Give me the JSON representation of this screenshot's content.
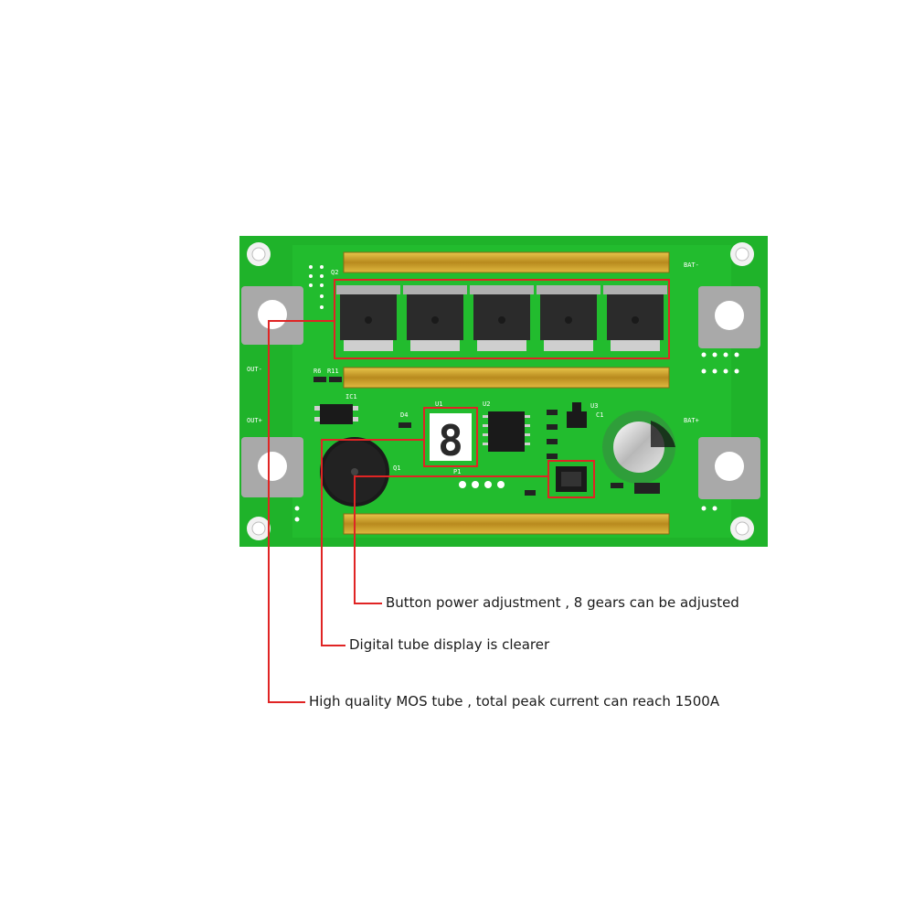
{
  "board": {
    "labels": {
      "q2": "Q2",
      "bat_minus": "BAT-",
      "bat_plus": "BAT+",
      "out_minus": "OUT-",
      "out_plus": "OUT+",
      "ic1": "IC1",
      "u1": "U1",
      "u2": "U2",
      "u3": "U3",
      "d4": "D4",
      "p1": "P1",
      "r6": "R6",
      "r11": "R11",
      "c1": "C1",
      "q1": "Q1"
    },
    "display_digit": "8",
    "colors": {
      "pcb": "#1fb32a",
      "highlight": "#e02424",
      "copper": "#c9a227",
      "mosfet": "#2b2b2b"
    }
  },
  "callouts": [
    {
      "id": "button",
      "text": "Button power adjustment , 8 gears can be adjusted"
    },
    {
      "id": "display",
      "text": "Digital tube display is clearer"
    },
    {
      "id": "mos",
      "text": "High quality MOS tube , total peak current can reach 1500A"
    }
  ]
}
